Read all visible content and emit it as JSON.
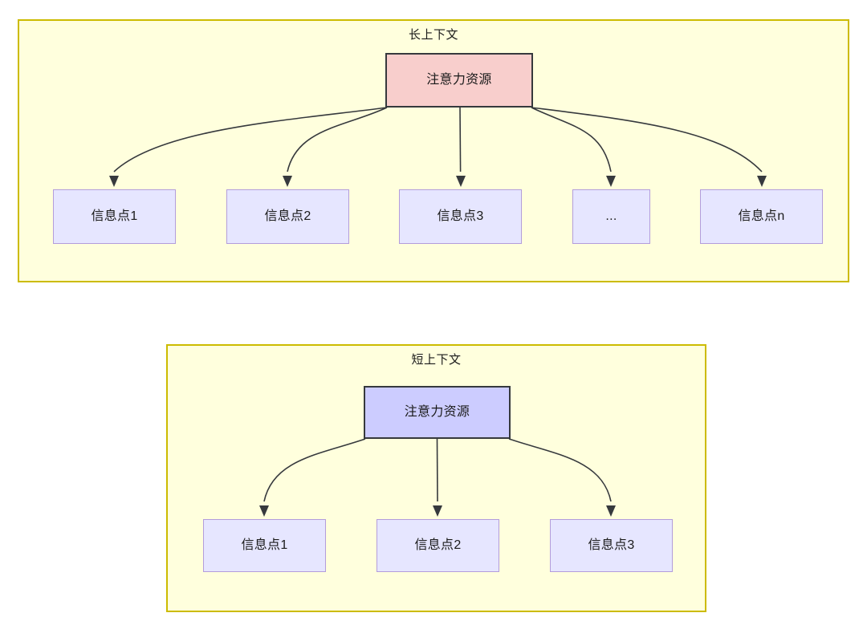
{
  "diagram": {
    "title_long": "长上下文",
    "title_short": "短上下文",
    "root_long_label": "注意力资源",
    "root_short_label": "注意力资源",
    "long_leaves": [
      {
        "label": "信息点1"
      },
      {
        "label": "信息点2"
      },
      {
        "label": "信息点3"
      },
      {
        "label": "..."
      },
      {
        "label": "信息点n"
      }
    ],
    "short_leaves": [
      {
        "label": "信息点1"
      },
      {
        "label": "信息点2"
      },
      {
        "label": "信息点3"
      }
    ],
    "colors": {
      "panel_fill": "#ffffdd",
      "panel_border": "#ccbb00",
      "root_long_fill": "#f8cecc",
      "root_short_fill": "#ccccff",
      "leaf_fill": "#e6e6ff",
      "leaf_border": "#b39ddb",
      "edge_stroke": "#36393d",
      "text": "#1a1a1a"
    }
  }
}
